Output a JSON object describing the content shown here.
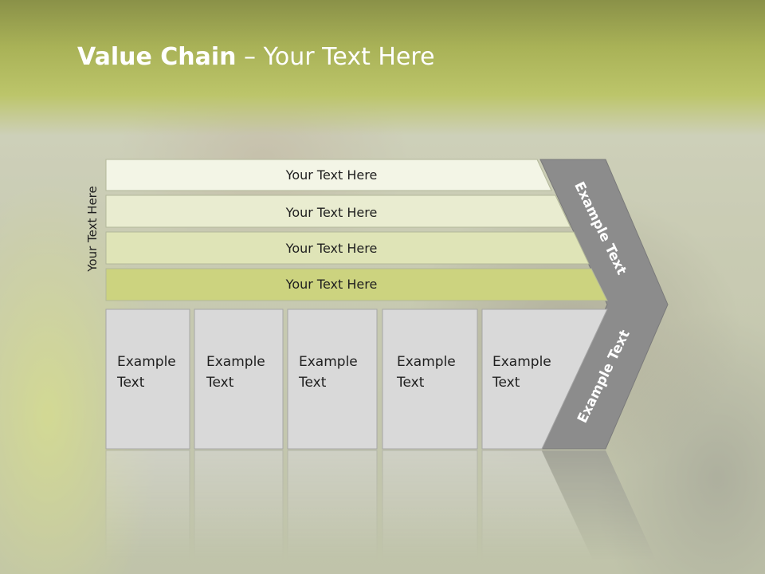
{
  "slide": {
    "title_bold": "Value Chain",
    "title_rest": " – Your Text Here",
    "side_label": "Your Text Here"
  },
  "bars": [
    {
      "label": "Your Text Here",
      "fill": "#f3f5e6"
    },
    {
      "label": "Your Text Here",
      "fill": "#e9ecd0"
    },
    {
      "label": "Your Text Here",
      "fill": "#dfe4b7"
    },
    {
      "label": "Your Text Here",
      "fill": "#ccd37f"
    }
  ],
  "boxes": [
    {
      "line1": "Example",
      "line2": "Text"
    },
    {
      "line1": "Example",
      "line2": "Text"
    },
    {
      "line1": "Example",
      "line2": "Text"
    },
    {
      "line1": "Example",
      "line2": "Text"
    },
    {
      "line1": "Example",
      "line2": "Text"
    }
  ],
  "chevron": {
    "upper_label": "Example Text",
    "lower_label": "Example Text",
    "fill": "#8c8c8c"
  },
  "colors": {
    "box_fill": "#d9d9d9",
    "box_stroke": "#a6a6a6",
    "header": "#a9b257"
  }
}
